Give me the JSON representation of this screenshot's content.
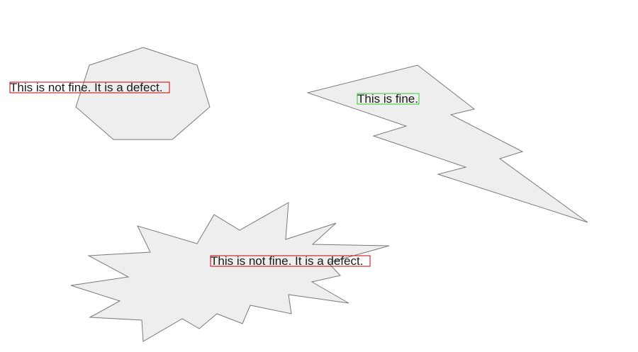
{
  "colors": {
    "shape_fill": "#eeeeee",
    "shape_stroke": "#7a7a7a",
    "text": "#1a1a1a",
    "defect_box": "#cc0000",
    "fine_box": "#33cc33"
  },
  "shapes": [
    {
      "kind": "heptagon",
      "label": "This is not fine. It is a defect.",
      "highlight": "This is not fine. It is a defect",
      "status": "defect"
    },
    {
      "kind": "lightning-bolt",
      "label": "This is fine.",
      "highlight": "This is fine",
      "status": "fine"
    },
    {
      "kind": "explosion",
      "label": "This is not fine. It is a defect.",
      "highlight": "This is not fine. It is a defect",
      "status": "defect"
    }
  ]
}
